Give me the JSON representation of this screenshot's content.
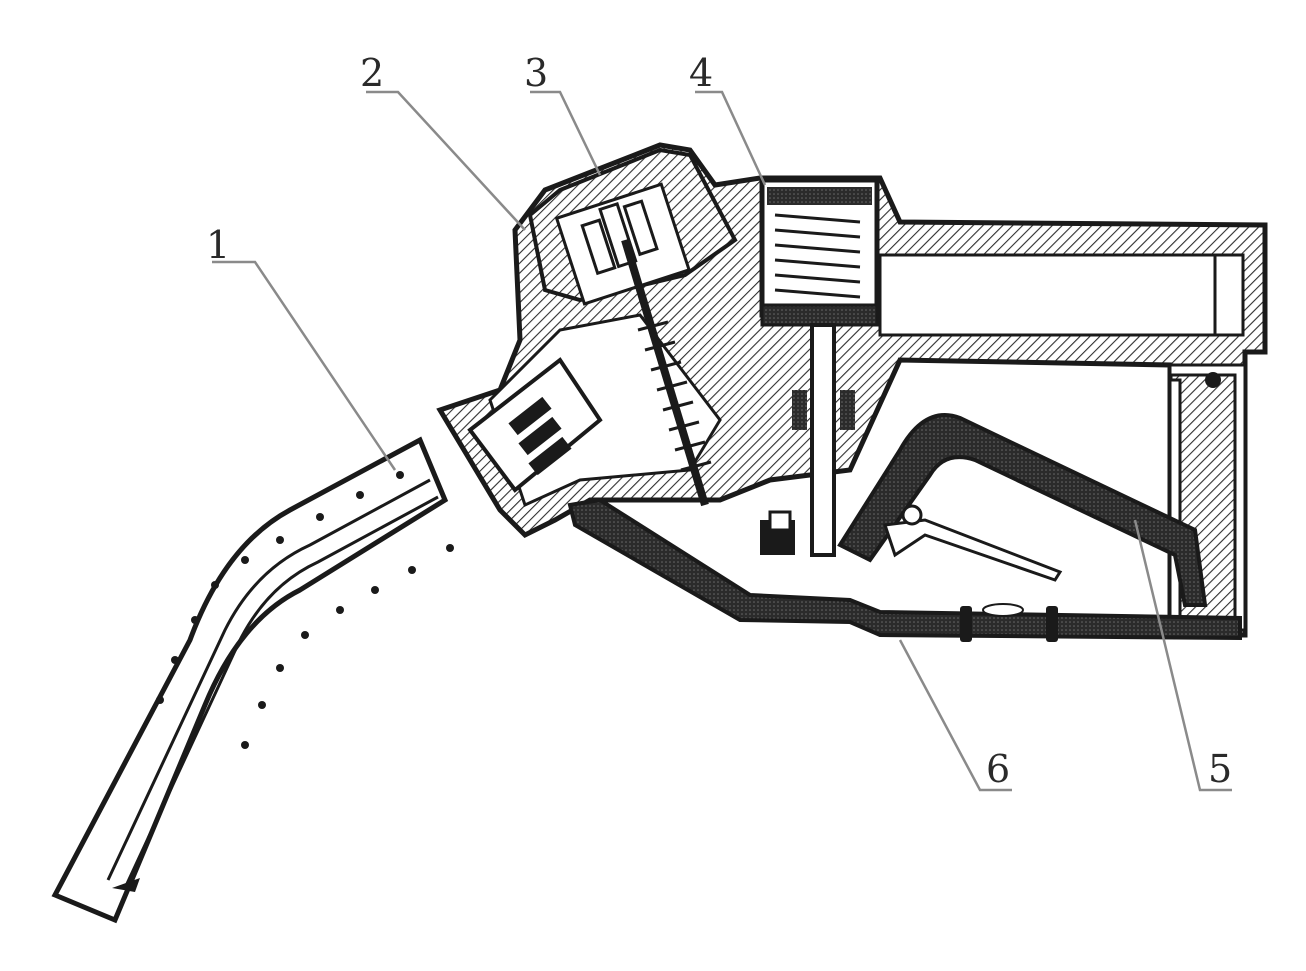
{
  "diagram": {
    "callouts": [
      {
        "id": "1",
        "label": "1"
      },
      {
        "id": "2",
        "label": "2"
      },
      {
        "id": "3",
        "label": "3"
      },
      {
        "id": "4",
        "label": "4"
      },
      {
        "id": "5",
        "label": "5"
      },
      {
        "id": "6",
        "label": "6"
      }
    ]
  },
  "colors": {
    "ink": "#1a1a1a",
    "hatch": "#3a3a3a",
    "leader": "#888888",
    "background": "#ffffff"
  }
}
